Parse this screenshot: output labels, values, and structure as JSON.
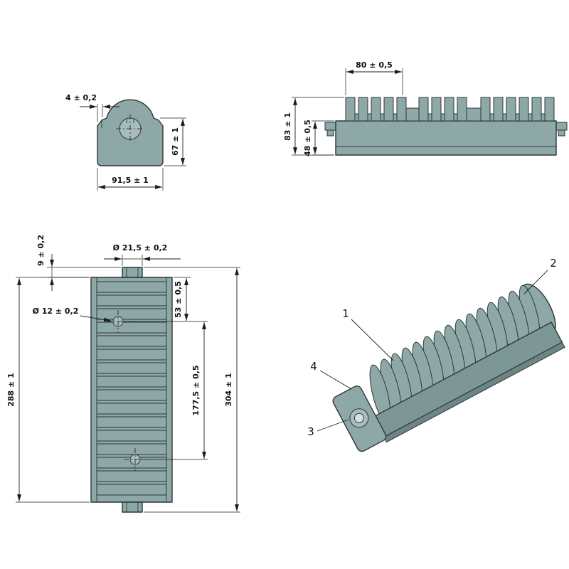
{
  "colors": {
    "background": "#ffffff",
    "part_fill": "#8ea7a7",
    "part_shade": "#7d9696",
    "part_deep": "#6d8585",
    "part_light": "#a8bcbc",
    "part_highlight": "#d9e2e2",
    "line": "#1c1c1c"
  },
  "views": {
    "end": {
      "name": "end-view",
      "dims": {
        "flange": "4 ± 0,2",
        "height": "67 ± 1",
        "width": "91,5 ± 1"
      }
    },
    "side": {
      "name": "side-view",
      "dims": {
        "pitch": "80 ± 0,5",
        "total_height": "83 ± 1",
        "base_height": "48 ± 0,5"
      }
    },
    "plan": {
      "name": "plan-view",
      "dims": {
        "tab_length": "9 ± 0,2",
        "boss_dia": "Ø 21,5 ± 0,2",
        "hole_offset": "53 ± 0,5",
        "hole_dia": "Ø 12 ± 0,2",
        "hole_spacing": "177,5 ± 0,5",
        "body_length": "288 ± 1",
        "total_length": "304 ± 1"
      }
    },
    "iso": {
      "name": "isometric-view",
      "callouts": [
        {
          "label": "1"
        },
        {
          "label": "2"
        },
        {
          "label": "3"
        },
        {
          "label": "4"
        }
      ]
    }
  }
}
